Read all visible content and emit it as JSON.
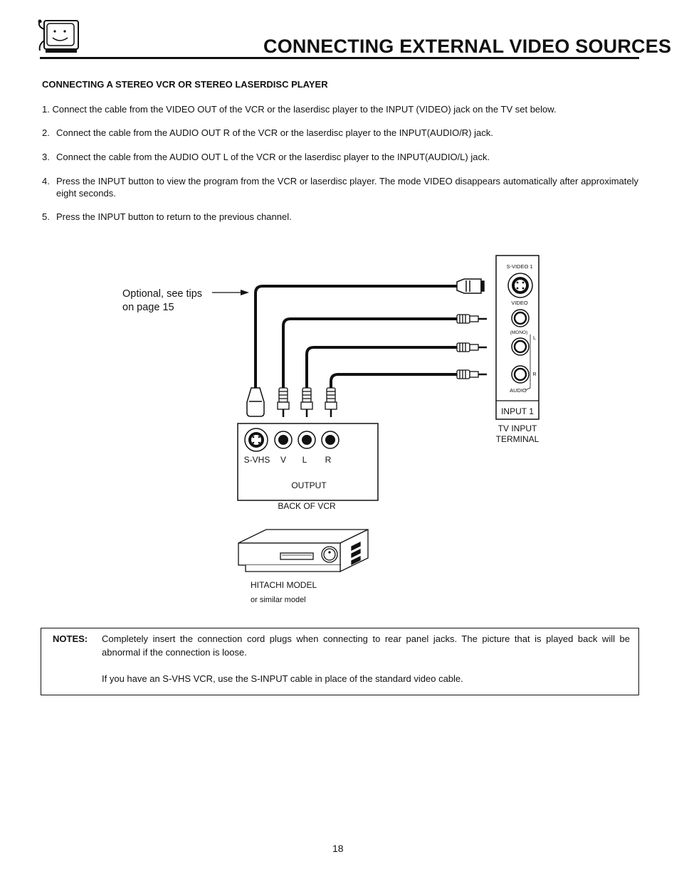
{
  "header": {
    "title": "CONNECTING EXTERNAL VIDEO SOURCES"
  },
  "section": {
    "heading": "CONNECTING A STEREO VCR OR STEREO LASERDISC PLAYER",
    "steps": [
      {
        "num": "1.",
        "text": "Connect the cable from the VIDEO OUT of the VCR or the laserdisc player to the INPUT (VIDEO) jack on the TV set below."
      },
      {
        "num": "2.",
        "text": "Connect the cable from the AUDIO OUT R of the VCR or the laserdisc player to the INPUT(AUDIO/R) jack."
      },
      {
        "num": "3.",
        "text": "Connect the cable from the AUDIO OUT L of the VCR or the laserdisc player to the INPUT(AUDIO/L) jack."
      },
      {
        "num": "4.",
        "text": "Press the INPUT button to view the program from the VCR or laserdisc player.  The mode VIDEO disappears automatically after approximately eight seconds."
      },
      {
        "num": "5.",
        "text": "Press the INPUT button to return to the previous channel."
      }
    ]
  },
  "diagram": {
    "callout_line1": "Optional, see tips",
    "callout_line2": "on page 15",
    "tv_panel": {
      "svideo_label": "S-VIDEO 1",
      "video_label": "VIDEO",
      "mono_label": "(MONO)",
      "l_label": "L",
      "r_label": "R",
      "audio_label": "AUDIO",
      "input_label": "INPUT 1",
      "caption_line1": "TV INPUT",
      "caption_line2": "TERMINAL"
    },
    "vcr_back": {
      "jack_labels": [
        "S-VHS",
        "V",
        "L",
        "R"
      ],
      "output_label": "OUTPUT",
      "caption": "BACK OF VCR"
    },
    "vcr_front": {
      "caption_line1": "HITACHI MODEL",
      "caption_line2": "or similar model"
    }
  },
  "notes": {
    "label": "NOTES:",
    "paragraphs": [
      "Completely insert the connection cord plugs when connecting to rear panel jacks.  The picture that is played back will be abnormal if the connection is loose.",
      "If you have an S-VHS VCR, use the S-INPUT cable in place of the standard video cable."
    ]
  },
  "footer": {
    "page_number": "18"
  }
}
